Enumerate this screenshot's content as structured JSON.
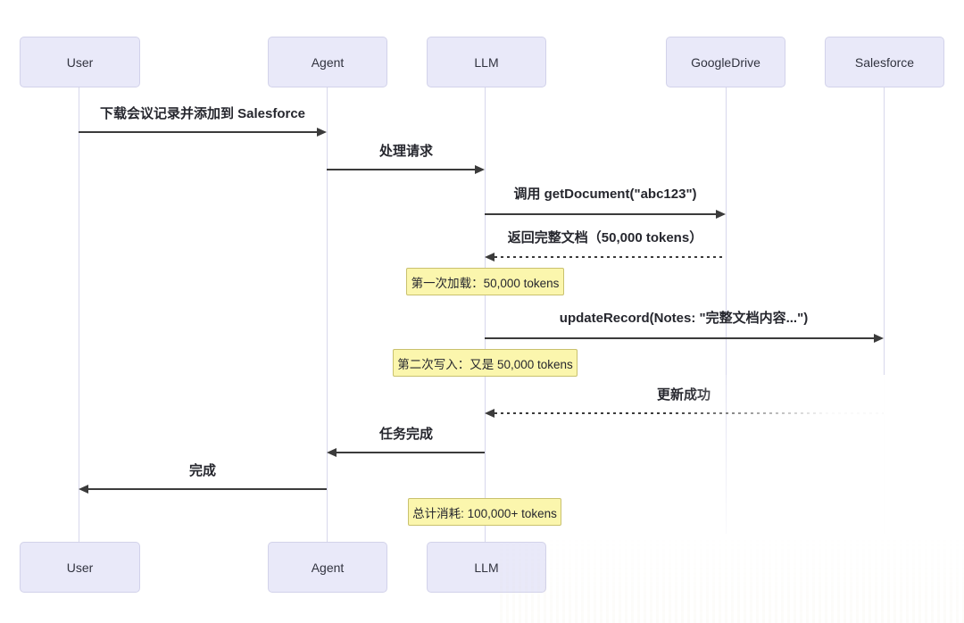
{
  "diagram": {
    "type": "sequence-diagram",
    "participants": [
      {
        "id": "user",
        "label": "User"
      },
      {
        "id": "agent",
        "label": "Agent"
      },
      {
        "id": "llm",
        "label": "LLM"
      },
      {
        "id": "googledrive",
        "label": "GoogleDrive"
      },
      {
        "id": "salesforce",
        "label": "Salesforce"
      }
    ],
    "bottom_participants": [
      {
        "id": "user",
        "label": "User"
      },
      {
        "id": "agent",
        "label": "Agent"
      },
      {
        "id": "llm",
        "label": "LLM"
      }
    ],
    "messages": [
      {
        "from": "User",
        "to": "Agent",
        "label": "下载会议记录并添加到 Salesforce",
        "style": "solid"
      },
      {
        "from": "Agent",
        "to": "LLM",
        "label": "处理请求",
        "style": "solid"
      },
      {
        "from": "LLM",
        "to": "GoogleDrive",
        "label": "调用 getDocument(\"abc123\")",
        "style": "solid"
      },
      {
        "from": "GoogleDrive",
        "to": "LLM",
        "label": "返回完整文档（50,000 tokens）",
        "style": "dashed"
      },
      {
        "from": "LLM",
        "to": "Salesforce",
        "label": "updateRecord(Notes: \"完整文档内容...\")",
        "style": "solid"
      },
      {
        "from": "Salesforce",
        "to": "LLM",
        "label": "更新成功",
        "style": "dashed"
      },
      {
        "from": "LLM",
        "to": "Agent",
        "label": "任务完成",
        "style": "solid"
      },
      {
        "from": "Agent",
        "to": "User",
        "label": "完成",
        "style": "solid"
      }
    ],
    "notes": [
      {
        "over": "LLM",
        "label": "第一次加载：50,000 tokens"
      },
      {
        "over": "LLM",
        "label": "第二次写入：又是 50,000 tokens"
      },
      {
        "over": "LLM",
        "label": "总计消耗: 100,000+ tokens"
      }
    ],
    "colors": {
      "actor_fill": "#e9e9f9",
      "actor_border": "#d2d2ea",
      "lifeline": "#d7d7ec",
      "arrow": "#3b3b3b",
      "note_fill": "#fbf6ad",
      "note_border": "#c9c16e",
      "text": "#26272e",
      "background": "#ffffff"
    }
  }
}
